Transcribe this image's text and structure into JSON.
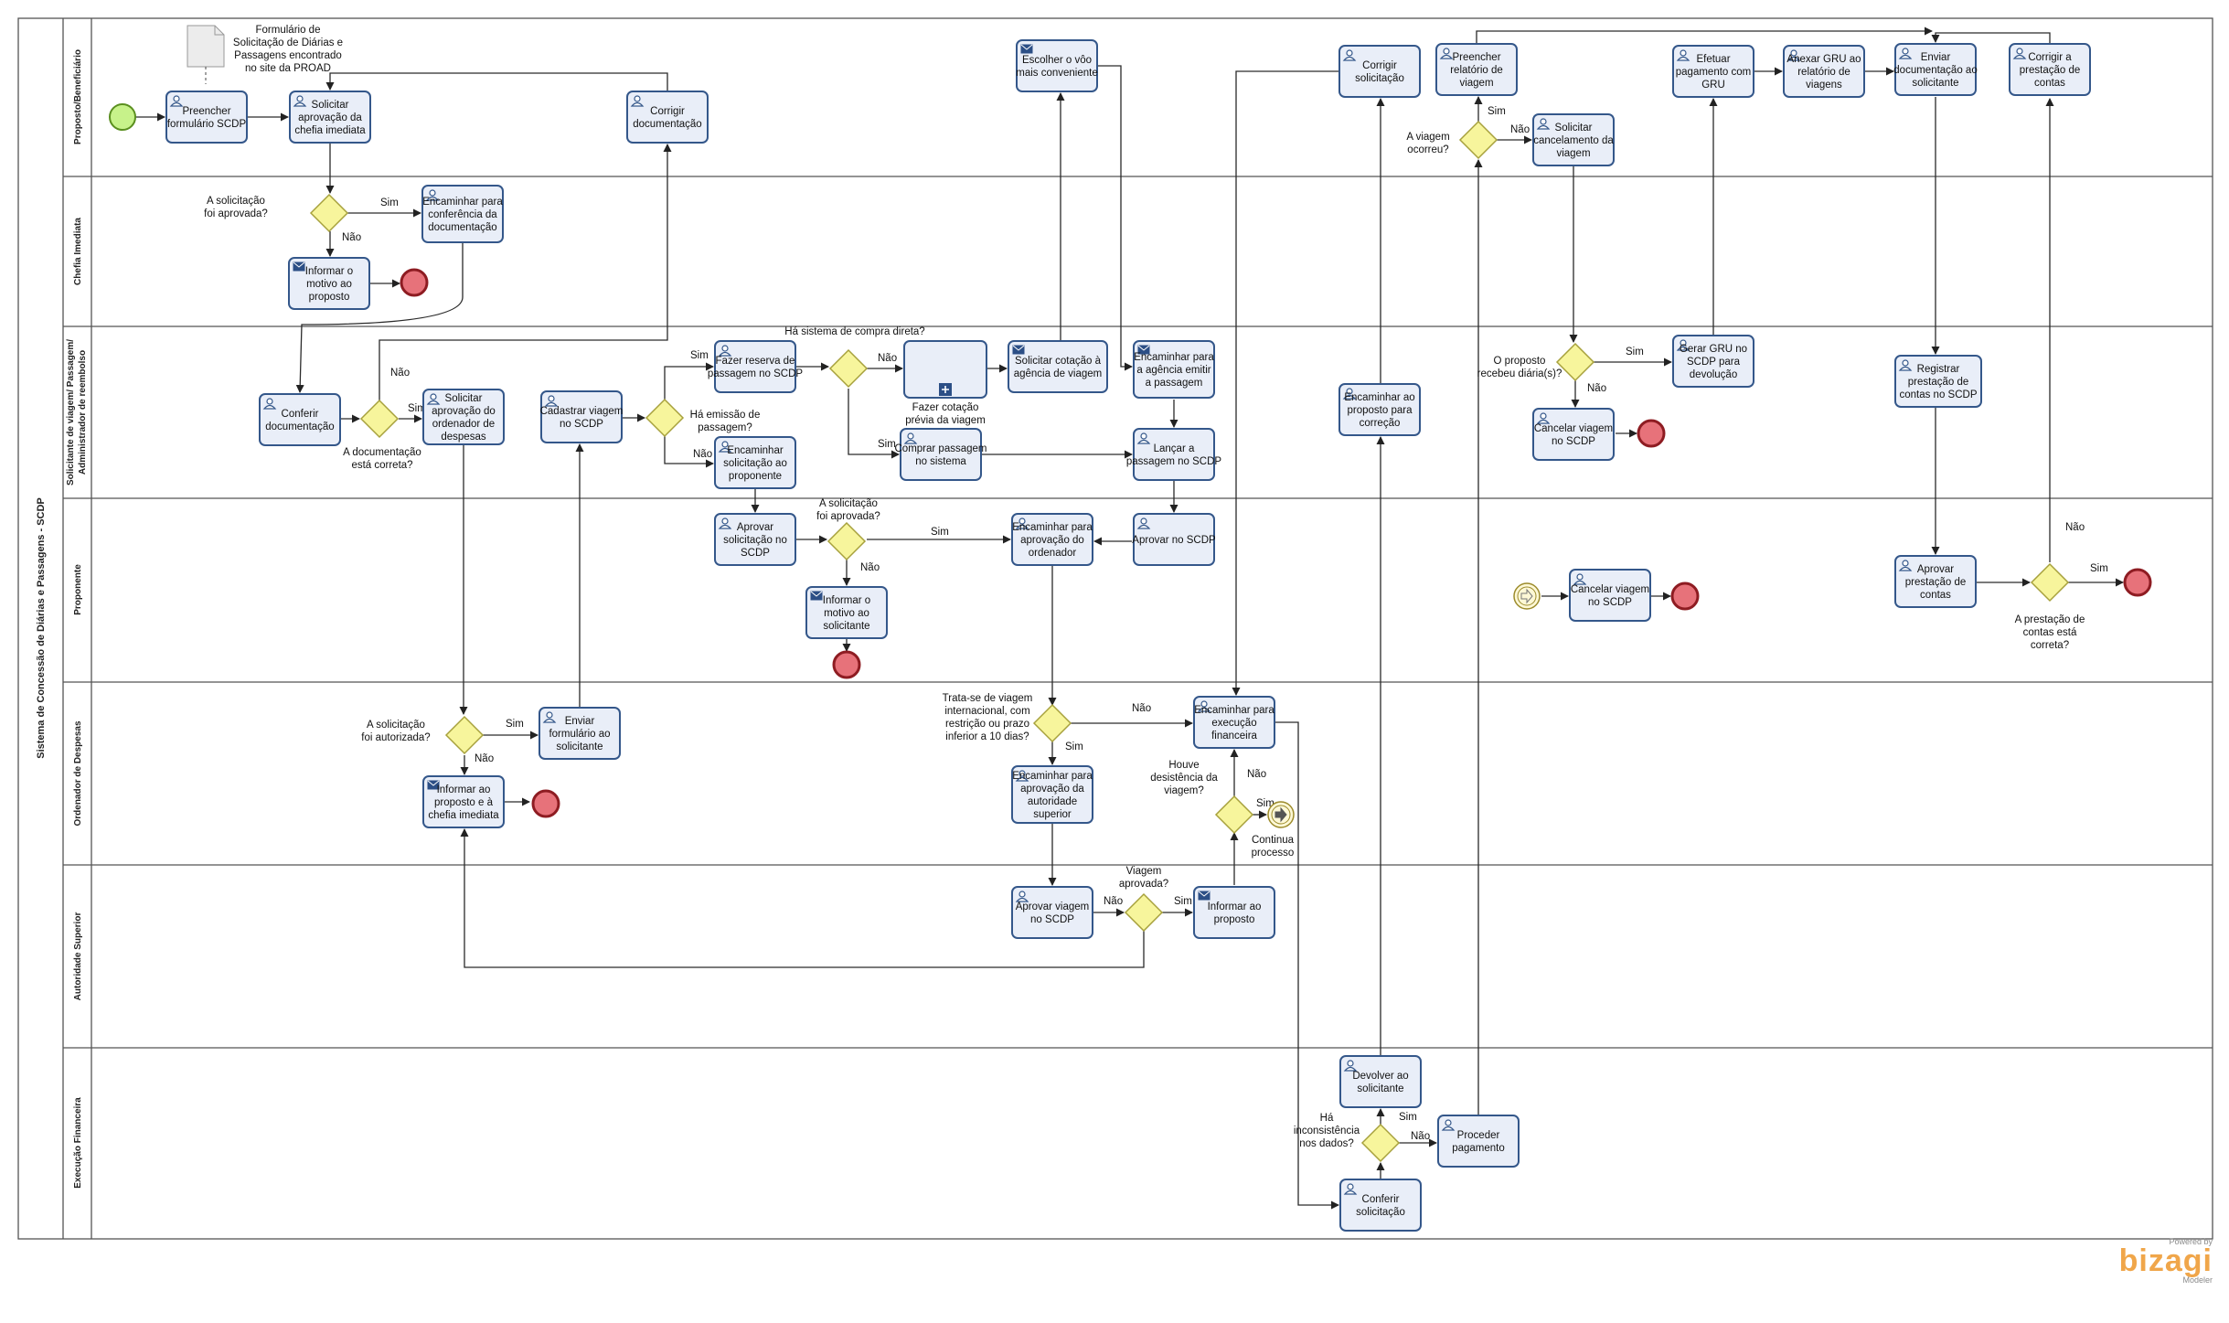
{
  "diagram": {
    "pool_title": "Sistema de Concessão de Diárias e Passagens - SCDP",
    "lanes": [
      "Proposto/Beneficiário",
      "Chefia Imediata",
      "Solicitante de viagem/ Passagem/ Administrador de reembolso",
      "Proponente",
      "Ordenador de Despesas",
      "Autoridade Superior",
      "Execução Financeira"
    ],
    "artifact": "Formulário de Solicitação de Diárias e Passagens encontrado no site da PROAD",
    "tasks": {
      "t1": "Preencher formulário SCDP",
      "t2": "Solicitar aprovação da chefia imediata",
      "t3": "Corrigir documentação",
      "t4": "Escolher o vôo mais conveniente",
      "t5": "Corrigir solicitação",
      "t6": "Preencher relatório de viagem",
      "t7": "Solicitar cancelamento da viagem",
      "t8": "Efetuar pagamento com GRU",
      "t9": "Anexar GRU ao relatório de viagens",
      "t10": "Enviar documentação ao solicitante",
      "t11": "Corrigir a prestação de contas",
      "t12": "Encaminhar para conferência da documentação",
      "t13": "Informar o motivo ao proposto",
      "t14": "Conferir documentação",
      "t15": "Solicitar aprovação do ordenador de despesas",
      "t16": "Cadastrar viagem no SCDP",
      "t17": "Fazer reserva de passagem no SCDP",
      "t18": "Encaminhar solicitação ao proponente",
      "t19": "Fazer cotação prévia da viagem",
      "t20": "Comprar passagem no sistema",
      "t21": "Solicitar cotação à agência de viagem",
      "t22": "Encaminhar para a agência emitir a passagem",
      "t23": "Lançar a passagem no SCDP",
      "t24": "Encaminhar ao proposto para correção",
      "t25": "Cancelar viagem no SCDP",
      "t26": "Gerar GRU no SCDP para devolução",
      "t27": "Registrar prestação de contas no SCDP",
      "t28": "Aprovar solicitação no SCDP",
      "t29": "Informar o motivo ao solicitante",
      "t30": "Encaminhar para aprovação do ordenador",
      "t31": "Aprovar no SCDP",
      "t32": "Cancelar viagem no SCDP",
      "t33": "Aprovar prestação de contas",
      "t34": "Enviar formulário ao solicitante",
      "t35": "Informar ao proposto e à chefia imediata",
      "t36": "Encaminhar para aprovação da autoridade superior",
      "t37": "Encaminhar para execução financeira",
      "t38": "Aprovar viagem no SCDP",
      "t39": "Informar ao proposto",
      "t40": "Devolver ao solicitante",
      "t41": "Proceder pagamento",
      "t42": "Conferir solicitação"
    },
    "gateways": {
      "g1": "A solicitação foi aprovada?",
      "g2": "A documentação está correta?",
      "g3": "Há emissão de passagem?",
      "g4": "Há sistema de compra direta?",
      "g5": "A viagem ocorreu?",
      "g6": "O proposto recebeu diária(s)?",
      "g7": "A solicitação foi aprovada?",
      "g8": "A prestação de contas está correta?",
      "g9": "A solicitação foi autorizada?",
      "g10": "Trata-se de viagem internacional, com restrição ou prazo inferior a 10 dias?",
      "g11": "Houve desistência da viagem?",
      "g12": "Viagem aprovada?",
      "g13": "Há inconsistência nos dados?"
    },
    "events": {
      "continue": "Continua processo"
    },
    "flow_labels": {
      "sim": "Sim",
      "nao": "Não"
    }
  },
  "branding": {
    "powered": "Powered by",
    "name": "bizagi",
    "product": "Modeler"
  }
}
